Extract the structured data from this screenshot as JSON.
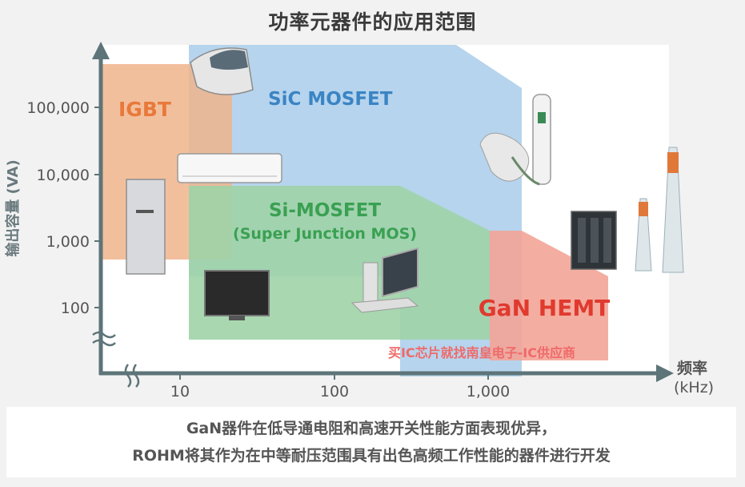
{
  "title": "功率元器件的应用范围",
  "chart_data": {
    "type": "area",
    "title": "功率元器件的应用范围",
    "xlabel": "频率\n(kHz)",
    "ylabel": "输出容量 (VA)",
    "x_scale": "log",
    "y_scale": "log",
    "x_ticks": [
      "10",
      "100",
      "1,000"
    ],
    "y_ticks": [
      "100",
      "1,000",
      "10,000",
      "100,000"
    ],
    "regions": [
      {
        "name": "IGBT",
        "color": "#f0b48c"
      },
      {
        "name": "SiC MOSFET",
        "color": "#a9cdea"
      },
      {
        "name": "Si-MOSFET",
        "subtitle": "(Super Junction MOS)",
        "color": "#9fd3a7"
      },
      {
        "name": "GaN HEMT",
        "color": "#f3a497"
      }
    ],
    "watermark": "买IC芯片就找南皇电子-IC供应商"
  },
  "footer": {
    "line1": "GaN器件在低导通电阻和高速开关性能方面表现优异，",
    "line2": "ROHM将其作为在中等耐压范围具有出色高频工作性能的器件进行开发"
  }
}
